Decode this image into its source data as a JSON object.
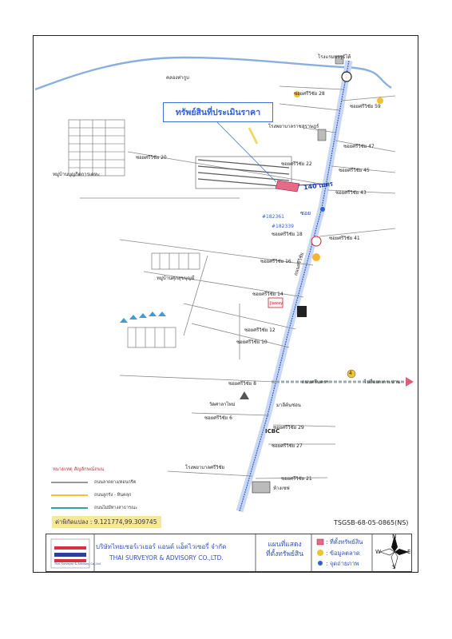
{
  "map": {
    "asset_label": "ทรัพย์สินที่ประเมินราคา",
    "reference_code": "TSGSB-68-05-0865(NS)",
    "coordinates": "ค่าพิกัดแปลง : 9.121774,99.309745",
    "distance_label": "140 เมตร",
    "sign_label": "ซอย",
    "colors": {
      "main_road": "#1b3fb0",
      "canal": "#8aaee0",
      "asset_box": "#3a6fd8",
      "rail": "#5a5a5a",
      "highlight": "#f2d96b"
    },
    "canal_name": "คลองท่ากูบ",
    "main_road_name": "ถนนศรีวิชัย",
    "road_labels": [
      "ซอยศรีวิชัย 20",
      "ซอยศรีวิชัย 59",
      "ซอยศรีวิชัย 28",
      "ซอยศรีวิชัย 47",
      "ซอยศรีวิชัย 22",
      "ซอยศรีวิชัย 45",
      "ซอยศรีวิชัย 43",
      "ซอยศรีวิชัย 18",
      "ซอยศรีวิชัย 41",
      "ซอยศรีวิชัย 16",
      "ซอยศรีวิชัย 14",
      "ซอยศรีวิชัย 12",
      "ซอยศรีวิชัย 10",
      "ซอยศรีวิชัย 8",
      "ซอยศรีวิชัย 6",
      "ซอยศรีวิชัย 29",
      "ซอยศรีวิชัย 27",
      "ซอยศรีวิชัย 21"
    ],
    "places": {
      "hotel": "โรงแรมบรรุธ์ไต้",
      "hospital_top": "โรงพยาบาลราชสุราษฎร์",
      "village_top": "หมู่บ้านบุญกิตการเคหะ",
      "village_mid": "หมู่บ้านศุภสุขบุญมี",
      "temple": "วัดศาลาไหม่",
      "market": "มาลีค้นช่อน",
      "hospital_bottom": "โรงพยาบาลศรีวิชัย",
      "mall": "ห้างเซฟ",
      "road_east": "ถนนศรีนครฯ",
      "to_direction": "ไปสี่แยกเกาะปาน",
      "lot_1": "#182361",
      "lot_2": "#182339",
      "bank": "ICBC",
      "shop": "Jiaway",
      "route_marker": "4"
    },
    "legend": {
      "title": "หมายเหตุ สัญลักษณ์ถนน",
      "items": [
        "ถนนลาดยาง/คอนกรีต",
        "ถนนลูกรัง - หินคลุก",
        "ถนนไม่มีทางสาธารณะ"
      ]
    }
  },
  "footer": {
    "company_th": "บริษัทไทยเซอร์เวเยอร์ แอนด์ แอ็ดไวเซอรี่ จำกัด",
    "company_en": "THAI SURVEYOR & ADVISORY CO.,LTD.",
    "logo_text": "Thai Surveyor & Advisory Co.,Ltd",
    "map_title_line1": "แผนที่แสดง",
    "map_title_line2": "ที่ตั้งทรัพย์สิน",
    "key_asset": ": ที่ตั้งทรัพย์สิน",
    "key_market": ": ข้อมูลตลาด",
    "key_photo": ": จุดถ่ายภาพ",
    "compass": {
      "n": "N",
      "s": "S",
      "e": "E",
      "w": "W"
    }
  }
}
